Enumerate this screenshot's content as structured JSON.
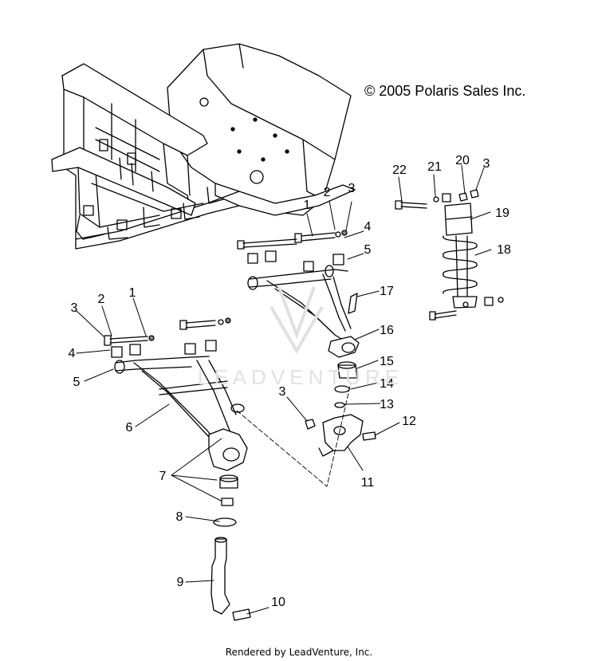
{
  "diagram": {
    "copyright": "© 2005 Polaris Sales Inc.",
    "footer": "Rendered by LeadVenture, Inc.",
    "watermark": "LEADVENTURE",
    "callouts": [
      {
        "id": "c1a",
        "label": "1"
      },
      {
        "id": "c2a",
        "label": "2"
      },
      {
        "id": "c3a",
        "label": "3"
      },
      {
        "id": "c4a",
        "label": "4"
      },
      {
        "id": "c5a",
        "label": "5"
      },
      {
        "id": "c17",
        "label": "17"
      },
      {
        "id": "c16",
        "label": "16"
      },
      {
        "id": "c15",
        "label": "15"
      },
      {
        "id": "c14",
        "label": "14"
      },
      {
        "id": "c13",
        "label": "13"
      },
      {
        "id": "c12",
        "label": "12"
      },
      {
        "id": "c11",
        "label": "11"
      },
      {
        "id": "c3c",
        "label": "3"
      },
      {
        "id": "c22",
        "label": "22"
      },
      {
        "id": "c21",
        "label": "21"
      },
      {
        "id": "c20",
        "label": "20"
      },
      {
        "id": "c3b",
        "label": "3"
      },
      {
        "id": "c19",
        "label": "19"
      },
      {
        "id": "c18",
        "label": "18"
      },
      {
        "id": "c3d",
        "label": "3"
      },
      {
        "id": "c2b",
        "label": "2"
      },
      {
        "id": "c1b",
        "label": "1"
      },
      {
        "id": "c4b",
        "label": "4"
      },
      {
        "id": "c5b",
        "label": "5"
      },
      {
        "id": "c6",
        "label": "6"
      },
      {
        "id": "c7",
        "label": "7"
      },
      {
        "id": "c8",
        "label": "8"
      },
      {
        "id": "c9",
        "label": "9"
      },
      {
        "id": "c10",
        "label": "10"
      }
    ]
  }
}
